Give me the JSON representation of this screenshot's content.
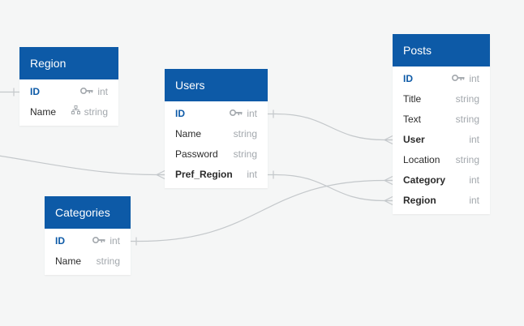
{
  "diagram": {
    "tables": [
      {
        "id": "region",
        "title": "Region",
        "fields": [
          {
            "name": "ID",
            "type": "int",
            "role": "pk",
            "icon": "key-icon"
          },
          {
            "name": "Name",
            "type": "string",
            "role": "normal",
            "icon": "hierarchy-icon"
          }
        ]
      },
      {
        "id": "users",
        "title": "Users",
        "fields": [
          {
            "name": "ID",
            "type": "int",
            "role": "pk",
            "icon": "key-icon"
          },
          {
            "name": "Name",
            "type": "string",
            "role": "normal"
          },
          {
            "name": "Password",
            "type": "string",
            "role": "normal"
          },
          {
            "name": "Pref_Region",
            "type": "int",
            "role": "fk"
          }
        ]
      },
      {
        "id": "categories",
        "title": "Categories",
        "fields": [
          {
            "name": "ID",
            "type": "int",
            "role": "pk",
            "icon": "key-icon"
          },
          {
            "name": "Name",
            "type": "string",
            "role": "normal"
          }
        ]
      },
      {
        "id": "posts",
        "title": "Posts",
        "fields": [
          {
            "name": "ID",
            "type": "int",
            "role": "pk",
            "icon": "key-icon"
          },
          {
            "name": "Title",
            "type": "string",
            "role": "normal"
          },
          {
            "name": "Text",
            "type": "string",
            "role": "normal"
          },
          {
            "name": "User",
            "type": "int",
            "role": "fk"
          },
          {
            "name": "Location",
            "type": "string",
            "role": "normal"
          },
          {
            "name": "Category",
            "type": "int",
            "role": "fk"
          },
          {
            "name": "Region",
            "type": "int",
            "role": "fk"
          }
        ]
      }
    ],
    "relations": [
      {
        "from": "users.ID",
        "to": "posts.User",
        "from_end": "one",
        "to_end": "many"
      },
      {
        "from": "users.Pref_Region",
        "to": "posts.Region",
        "from_end": "one",
        "to_end": "many"
      },
      {
        "from": "categories.ID",
        "to": "posts.Category",
        "from_end": "one",
        "to_end": "many"
      },
      {
        "from": "region.ID",
        "to": "off-canvas-left",
        "from_end": "one",
        "to_end": "none"
      },
      {
        "from": "off-canvas-left",
        "to": "users.Pref_Region",
        "from_end": "none",
        "to_end": "many"
      }
    ],
    "colors": {
      "header": "#0d5aa7",
      "primary_key_text": "#0d5aa7",
      "type_text": "#a3a8ad",
      "connector": "#c4c8cb",
      "background": "#f5f6f6"
    }
  }
}
